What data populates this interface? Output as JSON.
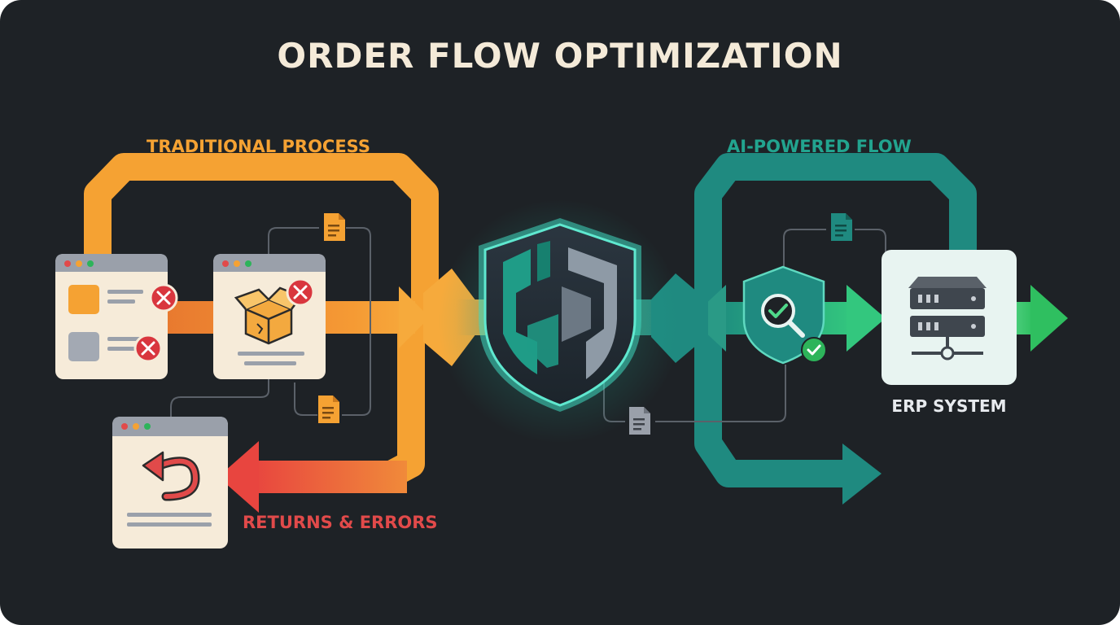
{
  "title": "ORDER FLOW OPTIMIZATION",
  "labels": {
    "traditional": "TRADITIONAL PROCESS",
    "ai_powered": "AI-POWERED FLOW",
    "returns": "RETURNS & ERRORS",
    "erp": "ERP SYSTEM"
  },
  "colors": {
    "background": "#1e2226",
    "traditional": "#f5a233",
    "traditional_deep": "#e8792f",
    "ai": "#1f8a80",
    "ai_bright": "#2fbf84",
    "returns": "#e14a4a",
    "error": "#d9363e",
    "success": "#2db45a",
    "window_body": "#f6ebd9",
    "window_bar": "#9aa0aa",
    "erp_panel": "#e8f4f1",
    "title_text": "#f4ead8"
  },
  "icons": {
    "order_window_1": "order-form-window-icon",
    "order_window_2": "damaged-package-window-icon",
    "order_window_3": "return-arrow-window-icon",
    "error_badges": "x-error-icon",
    "documents": "document-icon",
    "center_logo": "shield-logo-icon",
    "ai_check": "shield-magnifier-check-icon",
    "erp": "server-rack-icon"
  }
}
